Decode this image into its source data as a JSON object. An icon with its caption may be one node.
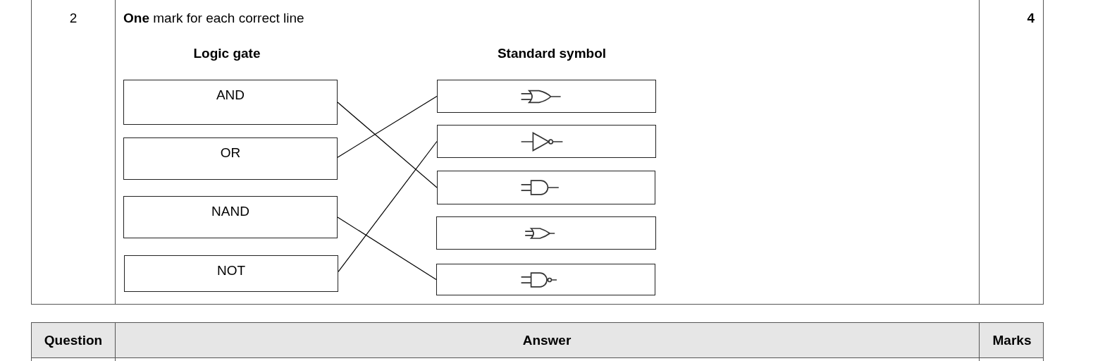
{
  "diagram": {
    "nodes": [
      {
        "text": [
          "AND"
        ]
      },
      {
        "text": [
          "OR"
        ]
      },
      {
        "text": [
          "NAND"
        ]
      },
      {
        "text": [
          "NOT"
        ]
      },
      {
        "text": [],
        "shape": "box"
      },
      {
        "text": [],
        "shape": "box"
      },
      {
        "text": [],
        "shape": "box"
      },
      {
        "text": [],
        "shape": "box"
      },
      {
        "text": [],
        "shape": "box"
      }
    ],
    "edges": [
      {
        "from": 0,
        "to": 6,
        "arrow": "none"
      },
      {
        "from": 1,
        "to": 4,
        "arrow": "none"
      },
      {
        "from": 2,
        "to": 8,
        "arrow": "none"
      },
      {
        "from": 3,
        "to": 5,
        "arrow": "none"
      }
    ],
    "labels": [
      "2",
      "**One** mark for each correct line",
      "4",
      "Logic gate",
      "Standard symbol",
      "Question",
      "Answer",
      "Marks"
    ]
  }
}
